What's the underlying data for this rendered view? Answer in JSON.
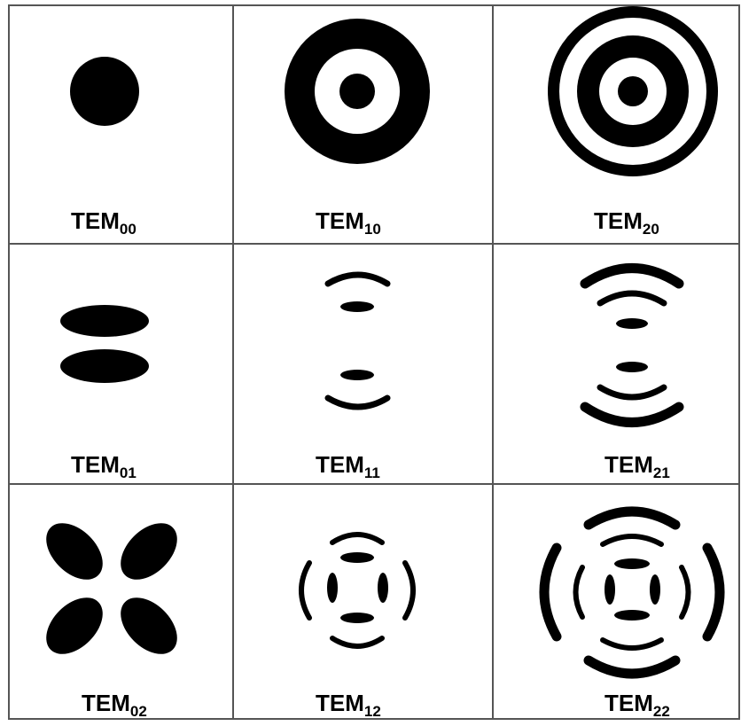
{
  "colors": {
    "ink": "#000000",
    "background": "#ffffff",
    "grid": "#555555"
  },
  "modes": [
    {
      "id": "TEM00",
      "name": "TEM",
      "sub": "00",
      "row": 0,
      "col": 0
    },
    {
      "id": "TEM10",
      "name": "TEM",
      "sub": "10",
      "row": 0,
      "col": 1
    },
    {
      "id": "TEM20",
      "name": "TEM",
      "sub": "20",
      "row": 0,
      "col": 2
    },
    {
      "id": "TEM01",
      "name": "TEM",
      "sub": "01",
      "row": 1,
      "col": 0
    },
    {
      "id": "TEM11",
      "name": "TEM",
      "sub": "11",
      "row": 1,
      "col": 1
    },
    {
      "id": "TEM21",
      "name": "TEM",
      "sub": "21",
      "row": 1,
      "col": 2
    },
    {
      "id": "TEM02",
      "name": "TEM",
      "sub": "02",
      "row": 2,
      "col": 0
    },
    {
      "id": "TEM12",
      "name": "TEM",
      "sub": "12",
      "row": 2,
      "col": 1
    },
    {
      "id": "TEM22",
      "name": "TEM",
      "sub": "22",
      "row": 2,
      "col": 2
    }
  ]
}
